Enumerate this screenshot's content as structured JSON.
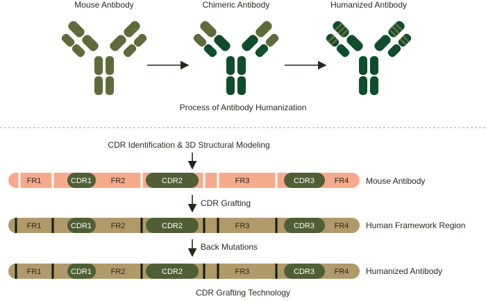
{
  "top": {
    "labels": [
      "Mouse Antibody",
      "Chimeric Antibody",
      "Humanized Antibody"
    ],
    "caption": "Process of Antibody Humanization"
  },
  "bottom": {
    "step1": "CDR Identification & 3D Structural Modeling",
    "step2": "CDR Grafting",
    "step3": "Back Mutations",
    "caption": "CDR Grafting Technology",
    "rows": [
      {
        "label": "Mouse Antibody",
        "segments": [
          "FR1",
          "CDR1",
          "FR2",
          "CDR2",
          "FR3",
          "CDR3",
          "FR4"
        ]
      },
      {
        "label": "Human Framework Region",
        "segments": [
          "FR1",
          "CDR1",
          "FR2",
          "CDR2",
          "FR3",
          "CDR3",
          "FR4"
        ]
      },
      {
        "label": "Humanized Antibody",
        "segments": [
          "FR1",
          "CDR1",
          "FR2",
          "CDR2",
          "FR3",
          "CDR3",
          "FR4"
        ]
      }
    ]
  },
  "colors": {
    "mouse": "#5f6b3a",
    "human": "#0f4d2c",
    "salmon_bar": "#f6aa8c",
    "tan_bar": "#b09a6a",
    "cdr_pill": "#505e35",
    "text": "#1f2a1a"
  }
}
